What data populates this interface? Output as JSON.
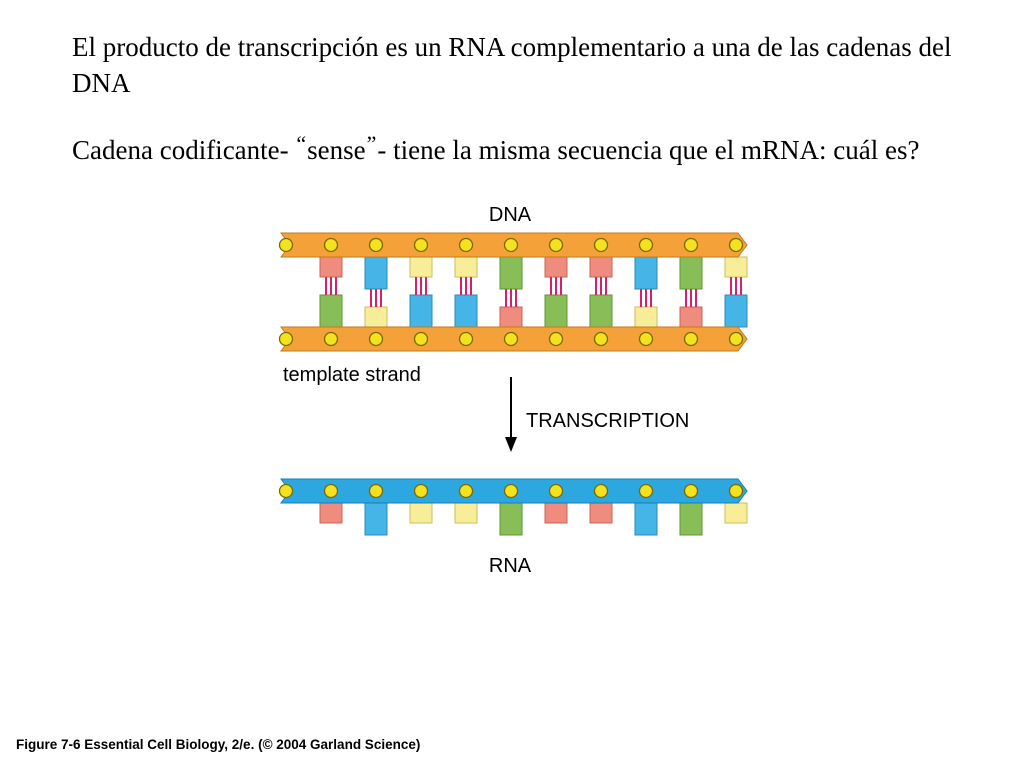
{
  "text": {
    "paragraph1": "El producto de transcripción es un RNA complementario a una de las cadenas del DNA",
    "paragraph2_part1": "Cadena codificante- ",
    "open_quote": "“",
    "paragraph2_quoted": "sense",
    "close_quote": "”",
    "paragraph2_part2": "- tiene la misma secuencia que el mRNA: cuál es?"
  },
  "diagram": {
    "dna_label": "DNA",
    "template_label": "template strand",
    "process_label": "TRANSCRIPTION",
    "rna_label": "RNA",
    "top_strand_bases": [
      "pink",
      "blue",
      "yellow",
      "yellow",
      "green",
      "pink",
      "pink",
      "blue",
      "green",
      "yellow"
    ],
    "bottom_strand_bases": [
      "green",
      "yellow",
      "blue",
      "blue",
      "pink",
      "green",
      "green",
      "yellow",
      "pink",
      "blue"
    ],
    "rna_bases": [
      "pink",
      "blue",
      "yellow",
      "yellow",
      "green",
      "pink",
      "pink",
      "blue",
      "green",
      "yellow"
    ]
  },
  "colors": {
    "dna_backbone": "#F5A13A",
    "rna_backbone": "#2DA7E0",
    "phosphate": "#F4E21E",
    "hydrogen_bonds": "#D6206B",
    "pink": "#F08C7E",
    "blue": "#45B4E6",
    "yellow": "#F8EE9A",
    "green": "#88BE58"
  },
  "caption": "Figure 7-6  Essential Cell Biology, 2/e. (© 2004 Garland Science)"
}
